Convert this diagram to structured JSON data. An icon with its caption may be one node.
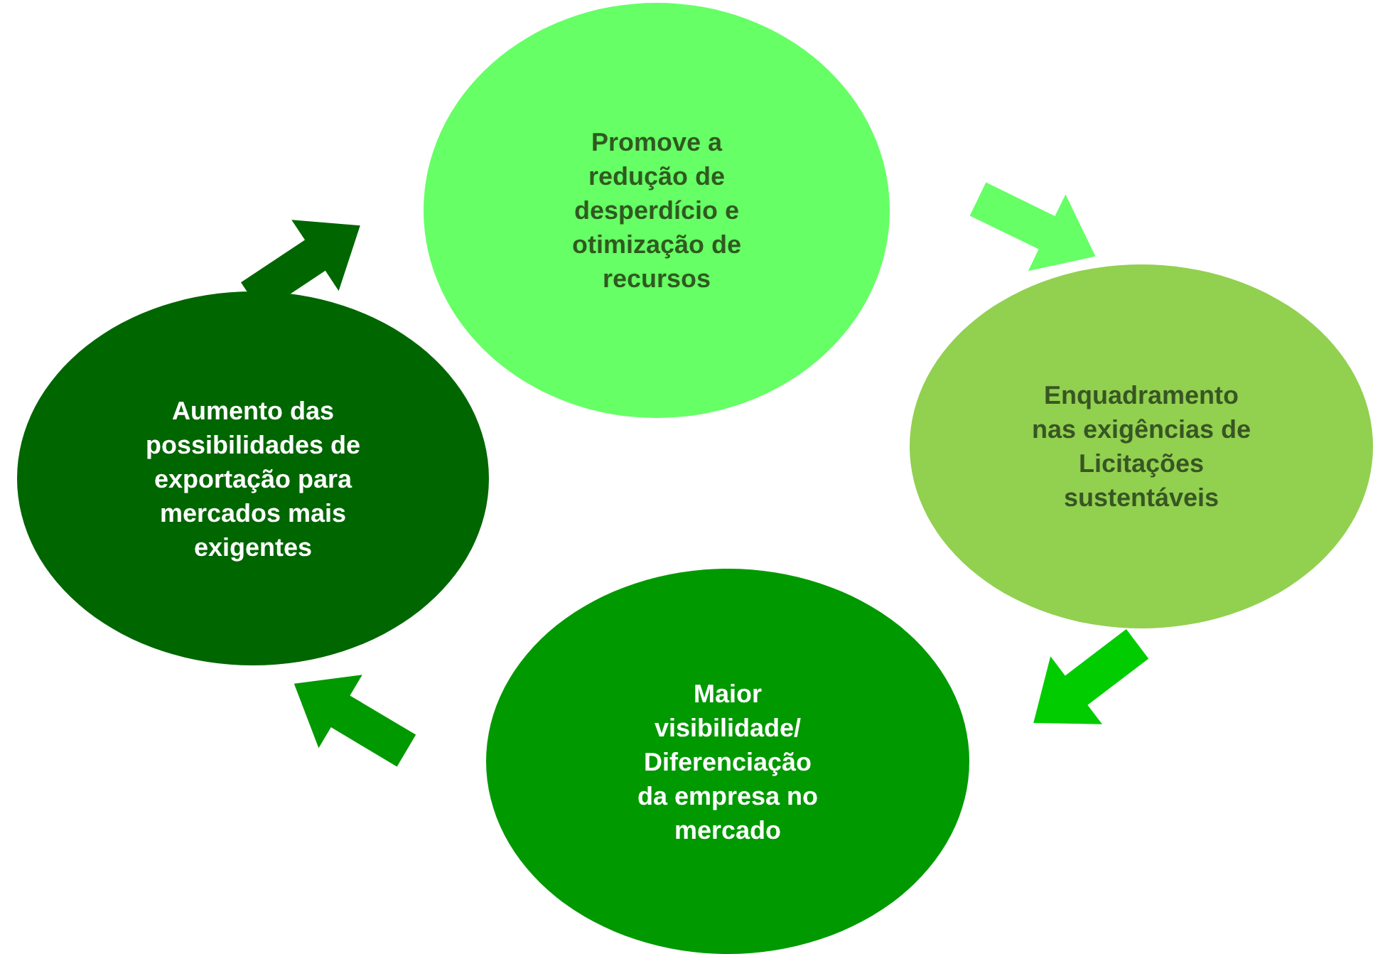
{
  "diagram": {
    "nodes": [
      {
        "text": [
          "Promove a redução de desperdício e otimização de recursos"
        ]
      },
      {
        "text": [
          "Enquadramento nas exigências de Licitações sustentáveis"
        ]
      },
      {
        "text": [
          "Maior visibilidade/ Diferenciação da empresa no mercado"
        ]
      },
      {
        "text": [
          "Aumento das possibilidades de exportação para mercados mais exigentes"
        ]
      }
    ],
    "edges": [
      {
        "from": 0,
        "to": 1,
        "arrow": "to",
        "style": "thick",
        "color": "#66ff66"
      },
      {
        "from": 1,
        "to": 2,
        "arrow": "to",
        "style": "thick",
        "color": "#00cc00"
      },
      {
        "from": 2,
        "to": 3,
        "arrow": "to",
        "style": "thick",
        "color": "#009900"
      },
      {
        "from": 3,
        "to": 0,
        "arrow": "to",
        "style": "thick",
        "color": "#006600"
      }
    ]
  }
}
